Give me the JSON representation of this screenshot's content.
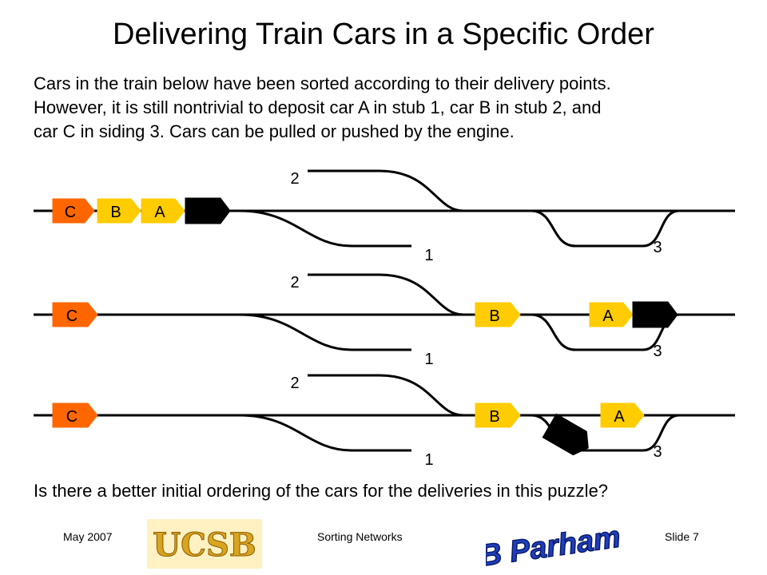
{
  "slide": {
    "title": "Delivering Train Cars in a Specific Order",
    "intro": [
      "Cars in the train below have been sorted according to their delivery points.",
      "However, it is still nontrivial to deposit car A in stub 1, car B in stub 2, and",
      "car C in siding 3. Cars can be pulled or pushed by the engine."
    ],
    "question": "Is there a better initial ordering of the cars for the deliveries in this puzzle?"
  },
  "footer": {
    "date": "May 2007",
    "course": "Sorting Networks",
    "slide_number": "Slide 7",
    "logo_left_text": "UCSB",
    "logo_right_text": "B Parhami"
  },
  "colors": {
    "car_c": "#ff6600",
    "car_a_b": "#ffcc00",
    "engine": "#000000",
    "track": "#000000",
    "ucsb_gold": "#d9a520",
    "parhami_blue": "#1f3fbf"
  },
  "diagram": {
    "track_labels": {
      "stub_top": "2",
      "stub_bottom": "1",
      "siding": "3"
    },
    "scenes": [
      {
        "cars": [
          {
            "label": "C"
          },
          {
            "label": "B"
          },
          {
            "label": "A"
          }
        ],
        "engine": "on main track, ahead of A"
      },
      {
        "cars": [
          {
            "label": "C"
          },
          {
            "label": "B"
          },
          {
            "label": "A"
          }
        ],
        "engine": "on main track, right of A"
      },
      {
        "cars": [
          {
            "label": "C"
          },
          {
            "label": "B"
          },
          {
            "label": "A"
          }
        ],
        "engine": "entering siding 3"
      }
    ]
  }
}
